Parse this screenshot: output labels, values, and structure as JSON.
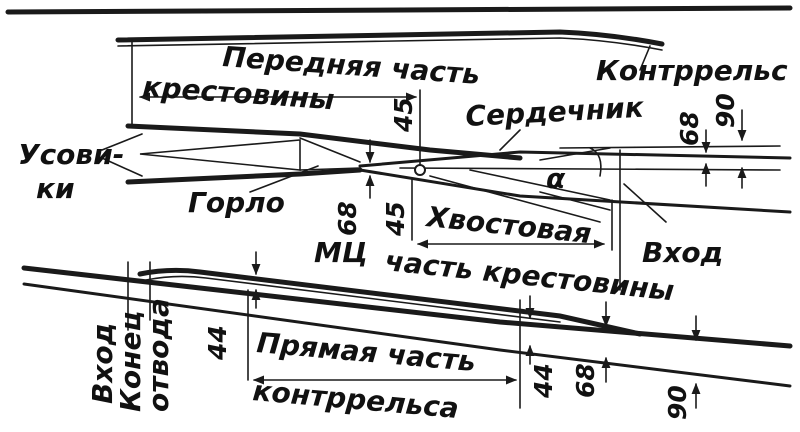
{
  "labels": {
    "front_part_line1": "Передняя часть",
    "front_part_line2": "крестовины",
    "guard_rail": "Контррельс",
    "frog_core": "Сердечник",
    "wing_rails_a": "Усови-",
    "wing_rails_b": "ки",
    "throat": "Горло",
    "mathematical_center": "МЦ",
    "tail_part_line1": "Хвостовая",
    "tail_part_line2": "часть крестовины",
    "entry_right": "Вход",
    "entry_left": "Вход",
    "flare_end_line1": "Конец",
    "flare_end_line2": "отвода",
    "straight_part_line1": "Прямая часть",
    "straight_part_line2": "контррельса",
    "angle_symbol": "α"
  },
  "dimensions": {
    "d45_top": "45",
    "d68_top": "68",
    "d90_top": "90",
    "d68_throat": "68",
    "d45_bottom": "45",
    "d44_left": "44",
    "d44_right": "44",
    "d68_bottom": "68",
    "d90_bottom": "90"
  },
  "colors": {
    "ink": "#1a1a1a",
    "background": "#ffffff"
  }
}
